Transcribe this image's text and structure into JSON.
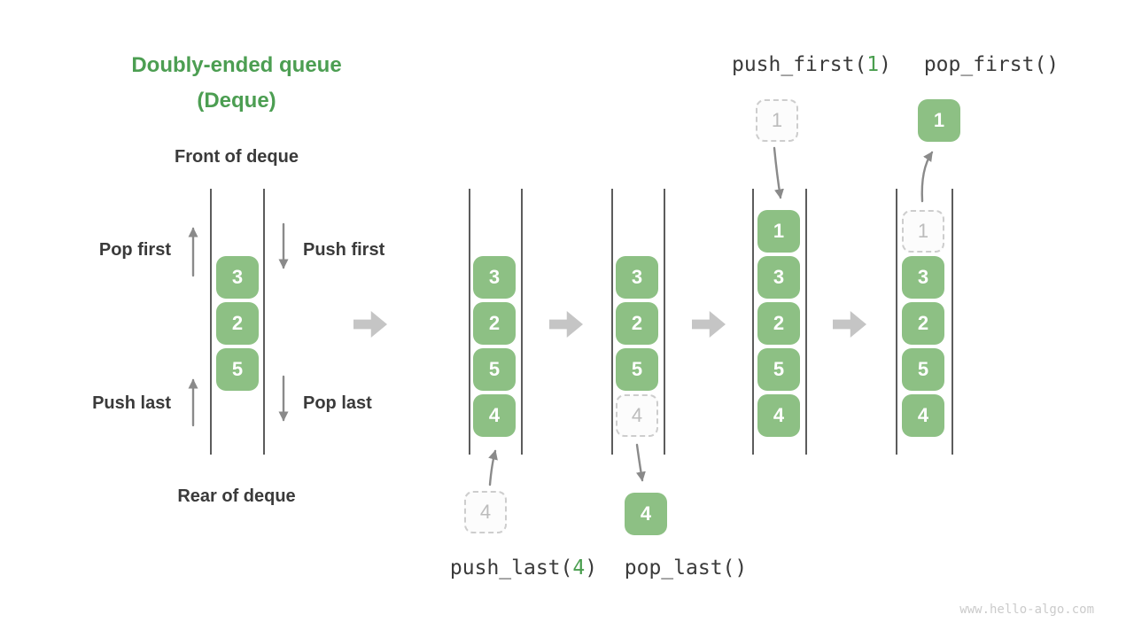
{
  "title": {
    "line1": "Doubly-ended queue",
    "line2": "(Deque)"
  },
  "labels": {
    "front": "Front of deque",
    "rear": "Rear of deque",
    "pop_first": "Pop first",
    "push_first": "Push first",
    "push_last": "Push last",
    "pop_last": "Pop last"
  },
  "ops": {
    "push_first": {
      "prefix": "push_first(",
      "arg": "1",
      "suffix": ")"
    },
    "pop_first": {
      "text": "pop_first()"
    },
    "push_last": {
      "prefix": "push_last(",
      "arg": "4",
      "suffix": ")"
    },
    "pop_last": {
      "text": "pop_last()"
    }
  },
  "queues": {
    "intro": {
      "cells": [
        "3",
        "2",
        "5"
      ]
    },
    "after_push_last": {
      "cells": [
        "3",
        "2",
        "5",
        "4"
      ]
    },
    "during_pop_last": {
      "cells": [
        "3",
        "2",
        "5"
      ],
      "ghost": "4"
    },
    "after_push_first": {
      "cells": [
        "1",
        "3",
        "2",
        "5",
        "4"
      ]
    },
    "during_pop_first": {
      "ghost": "1",
      "cells": [
        "3",
        "2",
        "5",
        "4"
      ]
    }
  },
  "float_boxes": {
    "push_last_incoming": "4",
    "pop_last_removed": "4",
    "push_first_incoming": "1",
    "pop_first_removed": "1"
  },
  "colors": {
    "title_green": "#4c9e52",
    "cell_green": "#8dc084",
    "arg_green": "#4a9e4f",
    "text_dark": "#3a3a3a",
    "block_arrow_gray": "#c5c5c5",
    "thin_arrow_gray": "#8a8a8a",
    "ghost_border": "#cdcdcd",
    "ghost_text": "#bcbcbc",
    "wall_gray": "#5c5c5c",
    "watermark_gray": "#cbcbcb"
  },
  "watermark": "www.hello-algo.com"
}
